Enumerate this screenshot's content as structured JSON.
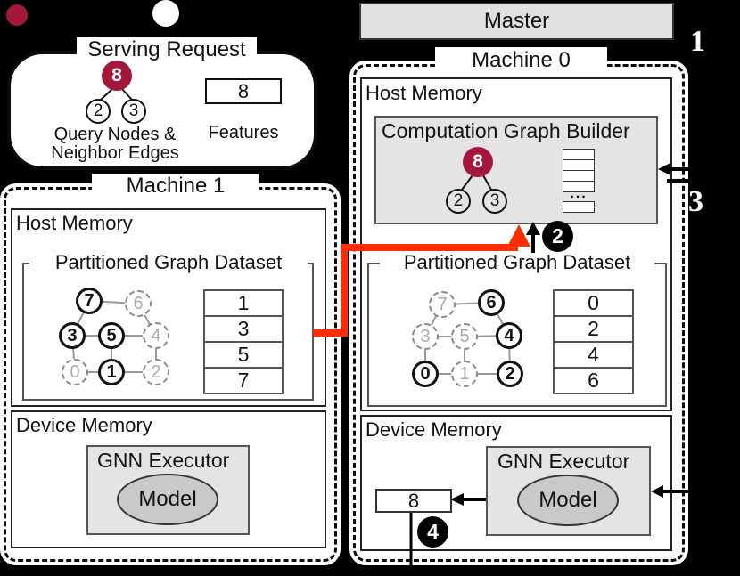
{
  "colors": {
    "query_node_red": "#a5173a",
    "transfer_arrow_red": "#ff2e00",
    "panel_gray": "#e4e4e4",
    "model_gray": "#c9c9c9"
  },
  "master": {
    "label": "Master"
  },
  "steps": {
    "s1": "1",
    "s2": "2",
    "s3": "3",
    "s4": "4"
  },
  "serving_request": {
    "title": "Serving Request",
    "query_graph": {
      "root": "8",
      "children": [
        "2",
        "3"
      ]
    },
    "caption_line1": "Query Nodes &",
    "caption_line2": "Neighbor Edges",
    "features_value": "8",
    "features_label": "Features"
  },
  "machine1": {
    "name": "Machine 1",
    "host_memory_label": "Host Memory",
    "dataset_label": "Partitioned Graph Dataset",
    "graph": {
      "nodes": [
        {
          "label": "0",
          "ghost": true
        },
        {
          "label": "1",
          "ghost": false
        },
        {
          "label": "2",
          "ghost": true
        },
        {
          "label": "3",
          "ghost": false
        },
        {
          "label": "4",
          "ghost": true
        },
        {
          "label": "5",
          "ghost": false
        },
        {
          "label": "6",
          "ghost": true
        },
        {
          "label": "7",
          "ghost": false
        }
      ]
    },
    "table": [
      "1",
      "3",
      "5",
      "7"
    ],
    "device_memory_label": "Device Memory",
    "executor_label": "GNN Executor",
    "model_label": "Model"
  },
  "machine0": {
    "name": "Machine 0",
    "host_memory_label": "Host Memory",
    "builder": {
      "title": "Computation Graph Builder",
      "root": "8",
      "children": [
        "2",
        "3"
      ],
      "ellipsis": "..."
    },
    "dataset_label": "Partitioned Graph Dataset",
    "graph": {
      "nodes": [
        {
          "label": "0",
          "ghost": false
        },
        {
          "label": "1",
          "ghost": true
        },
        {
          "label": "2",
          "ghost": false
        },
        {
          "label": "3",
          "ghost": true
        },
        {
          "label": "4",
          "ghost": false
        },
        {
          "label": "5",
          "ghost": true
        },
        {
          "label": "6",
          "ghost": false
        },
        {
          "label": "7",
          "ghost": true
        }
      ]
    },
    "table": [
      "0",
      "2",
      "4",
      "6"
    ],
    "device_memory_label": "Device Memory",
    "executor_label": "GNN Executor",
    "model_label": "Model",
    "output_value": "8"
  }
}
